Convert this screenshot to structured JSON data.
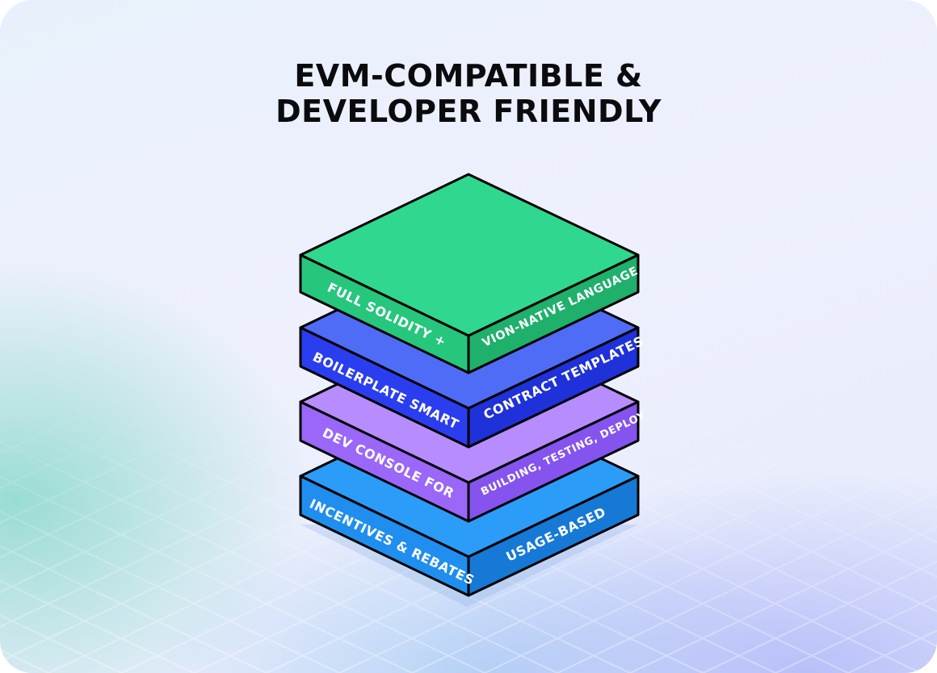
{
  "title": {
    "line1": "EVM-COMPATIBLE &",
    "line2": "DEVELOPER FRIENDLY"
  },
  "layers": [
    {
      "left_text": "FULL SOLIDITY +",
      "right_text": "VION-NATIVE LANGUAGE",
      "top_color": "#2fd88e",
      "left_color": "#26c67d",
      "right_color": "#1fb06c"
    },
    {
      "left_text": "BOILERPLATE SMART",
      "right_text": "CONTRACT TEMPLATES",
      "top_color": "#4f6cf6",
      "left_color": "#2a3ef0",
      "right_color": "#1f31d9"
    },
    {
      "left_text": "DEV CONSOLE FOR",
      "right_text": "BUILDING, TESTING, DEPLOY",
      "top_color": "#b68cff",
      "left_color": "#9a67f8",
      "right_color": "#8553ee"
    },
    {
      "left_text": "INCENTIVES & REBATES",
      "right_text": "USAGE-BASED",
      "top_color": "#2b9cf8",
      "left_color": "#1f8eee",
      "right_color": "#1679d6"
    }
  ]
}
